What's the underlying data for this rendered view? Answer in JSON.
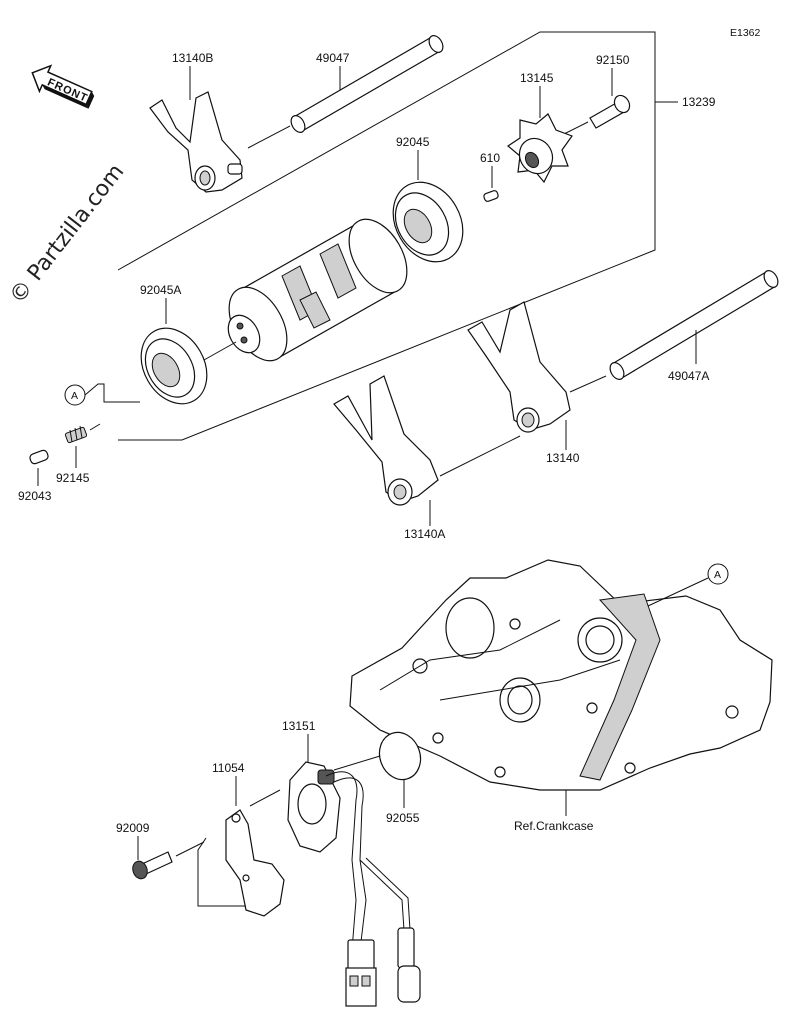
{
  "diagram_code": "E1362",
  "watermark": "© Partzilla.com",
  "front_label": "FRONT",
  "ref_markers": [
    "A",
    "A"
  ],
  "labels": {
    "p13140B": "13140B",
    "p49047": "49047",
    "p92045": "92045",
    "p92150": "92150",
    "p13145": "13145",
    "p13239": "13239",
    "p610": "610",
    "p92045A": "92045A",
    "p49047A": "49047A",
    "p13140": "13140",
    "p92145": "92145",
    "p92043": "92043",
    "p13140A": "13140A",
    "p13151": "13151",
    "p11054": "11054",
    "p92009": "92009",
    "p92055": "92055",
    "ref_crankcase": "Ref.Crankcase"
  }
}
